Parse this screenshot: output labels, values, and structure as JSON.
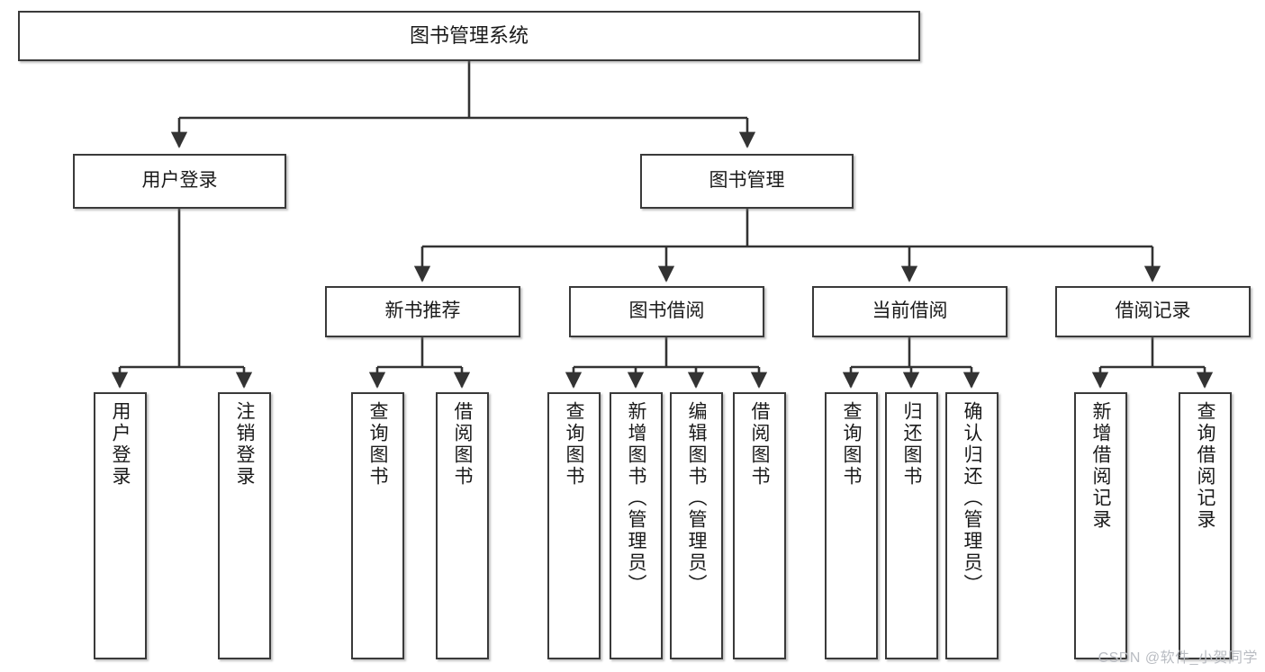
{
  "diagram": {
    "type": "tree",
    "title": "图书管理系统",
    "watermark": "CSDN @软件_小贺同学",
    "colors": {
      "box_border": "#3a3a3a",
      "box_fill": "#ffffff",
      "connector": "#333333",
      "text": "#1a1a1a",
      "watermark": "#b9bcc2",
      "background": "#ffffff"
    },
    "nodes": {
      "root": {
        "label": "图书管理系统"
      },
      "level2": [
        {
          "label": "用户登录"
        },
        {
          "label": "图书管理"
        }
      ],
      "level3": [
        {
          "label": "新书推荐"
        },
        {
          "label": "图书借阅"
        },
        {
          "label": "当前借阅"
        },
        {
          "label": "借阅记录"
        }
      ],
      "leaves_user_login": [
        {
          "label": "用户登录"
        },
        {
          "label": "注销登录"
        }
      ],
      "leaves_new_book": [
        {
          "label": "查询图书"
        },
        {
          "label": "借阅图书"
        }
      ],
      "leaves_borrow": [
        {
          "label": "查询图书"
        },
        {
          "label": "新增图书（管理员）"
        },
        {
          "label": "编辑图书（管理员）"
        },
        {
          "label": "借阅图书"
        }
      ],
      "leaves_current": [
        {
          "label": "查询图书"
        },
        {
          "label": "归还图书"
        },
        {
          "label": "确认归还（管理员）"
        }
      ],
      "leaves_record": [
        {
          "label": "新增借阅记录"
        },
        {
          "label": "查询借阅记录"
        }
      ]
    }
  }
}
